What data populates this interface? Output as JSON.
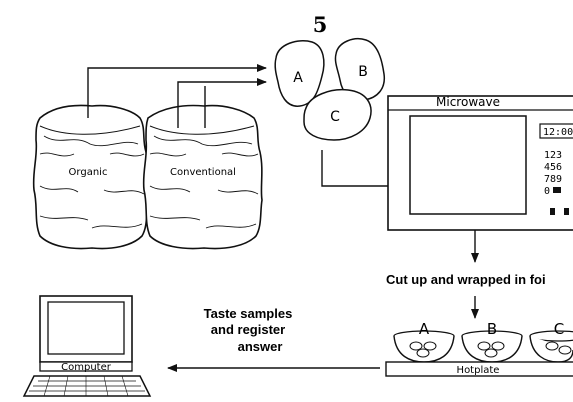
{
  "page_number": "5",
  "sacks": {
    "organic": "Organic",
    "conventional": "Conventional"
  },
  "potatoes": {
    "a": "A",
    "b": "B",
    "c": "C"
  },
  "microwave": {
    "title": "Microwave",
    "clock": "12:00",
    "keypad_row_1": "123",
    "keypad_row_2": "456",
    "keypad_row_3": "789",
    "keypad_row_4": "0"
  },
  "step_caption": "Cut up and wrapped in foi",
  "bowls": {
    "a": "A",
    "b": "B",
    "c": "C"
  },
  "hotplate_label": "Hotplate",
  "taste_caption": {
    "line_1": "Taste samples",
    "line_2": "and register",
    "line_3": "answer"
  },
  "computer_label": "Computer"
}
